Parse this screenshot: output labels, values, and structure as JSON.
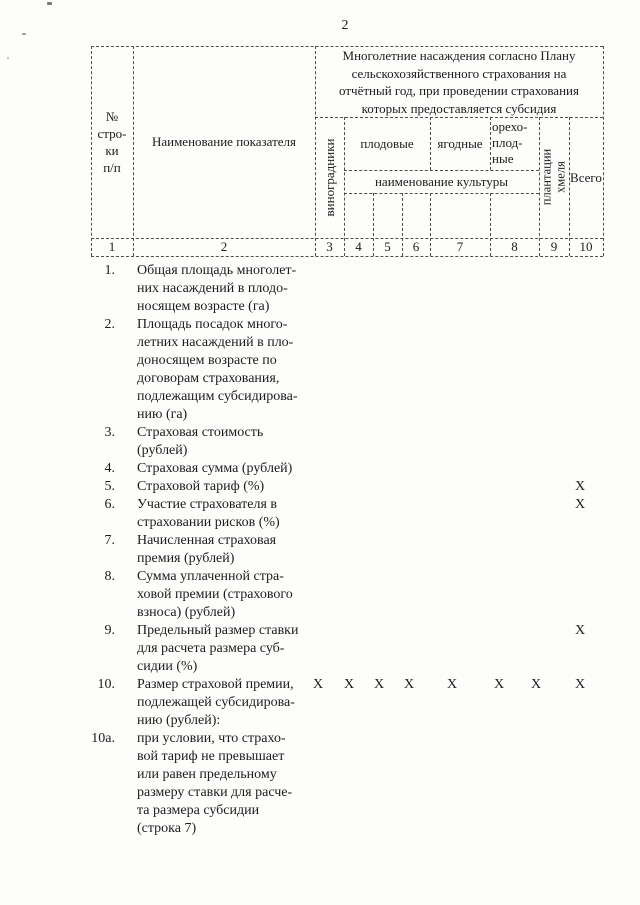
{
  "page": {
    "number": "2"
  },
  "table": {
    "row_col_lines": [
      "№",
      "стро-",
      "ки",
      "п/п"
    ],
    "indicator_col": "Наименование показателя",
    "span_header_lines": [
      "Многолетние насаждения согласно Плану",
      "сельскохозяйственного страхования на",
      "отчётный год, при проведении страхования",
      "которых предоставляется субсидия"
    ],
    "col_vineyards": "виноградники",
    "col_fruit": "плодовые",
    "col_berry": "ягодные",
    "col_nut_lines": [
      "орехо-",
      "плод-",
      "ные"
    ],
    "subrow_culture": "наименование культуры",
    "col_hops_lines": [
      "плантации",
      "хмеля"
    ],
    "col_total": "Всего",
    "column_numbers": [
      "1",
      "2",
      "3",
      "4",
      "5",
      "6",
      "7",
      "8",
      "9",
      "10"
    ]
  },
  "body": {
    "x_symbol": "X",
    "items": [
      {
        "num": "1.",
        "lines": [
          "Общая площадь многолет-",
          "них насаждений в плодо-",
          "носящем возрасте (га)"
        ],
        "x_columns": []
      },
      {
        "num": "2.",
        "lines": [
          "Площадь посадок много-",
          "летних насаждений в пло-",
          "доносящем возрасте по",
          "договорам страхования,",
          "подлежащим субсидирова-",
          "нию (га)"
        ],
        "x_columns": []
      },
      {
        "num": "3.",
        "lines": [
          "Страховая стоимость",
          "(рублей)"
        ],
        "x_columns": []
      },
      {
        "num": "4.",
        "lines": [
          "Страховая сумма (рублей)"
        ],
        "x_columns": []
      },
      {
        "num": "5.",
        "lines": [
          "Страховой тариф (%)"
        ],
        "x_columns": [
          10
        ]
      },
      {
        "num": "6.",
        "lines": [
          "Участие страхователя в",
          "страховании рисков (%)"
        ],
        "x_columns": [
          10
        ]
      },
      {
        "num": "7.",
        "lines": [
          "Начисленная страховая",
          "премия (рублей)"
        ],
        "x_columns": []
      },
      {
        "num": "8.",
        "lines": [
          "Сумма уплаченной стра-",
          "ховой премии (страхового",
          "взноса) (рублей)"
        ],
        "x_columns": []
      },
      {
        "num": "9.",
        "lines": [
          "Предельный размер ставки",
          "для расчета размера суб-",
          "сидии (%)"
        ],
        "x_columns": [
          10
        ]
      },
      {
        "num": "10.",
        "lines": [
          "Размер страховой премии,",
          "подлежащей субсидирова-",
          "нию (рублей):"
        ],
        "x_columns": [
          3,
          4,
          5,
          6,
          7,
          8,
          9,
          10
        ]
      },
      {
        "num": "10а.",
        "lines": [
          "при условии, что страхо-",
          "вой тариф не превышает",
          "или равен предельному",
          "размеру ставки для расче-",
          "та размера субсидии",
          "(строка 7)"
        ],
        "x_columns": []
      }
    ]
  }
}
